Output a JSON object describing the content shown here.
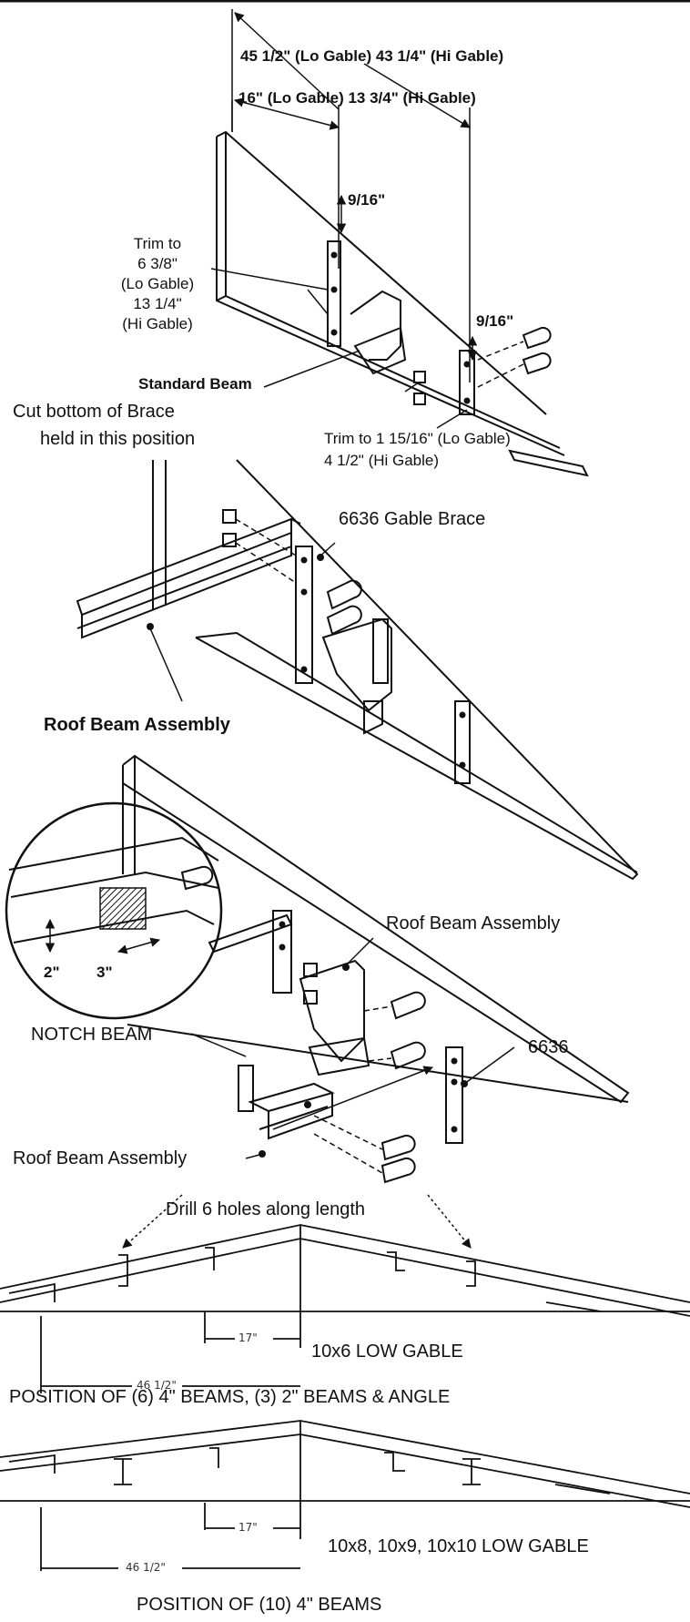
{
  "panel1": {
    "dim_lo_hi_outer": "45 1/2\" (Lo Gable) 43 1/4\" (Hi Gable)",
    "dim_lo_hi_inner": "16\" (Lo Gable) 13 3/4\" (Hi Gable)",
    "dim_top_left": "9/16\"",
    "dim_top_right": "9/16\"",
    "trim_left": [
      "Trim to",
      "6 3/8\"",
      "(Lo Gable)",
      "13 1/4\"",
      "(Hi Gable)"
    ],
    "standard_beam": "Standard Beam",
    "cut_bottom": [
      "Cut bottom of Brace",
      "held in this position"
    ],
    "trim_right": [
      "Trim to 1 15/16\" (Lo Gable)",
      "4 1/2\" (Hi Gable)"
    ]
  },
  "panel2": {
    "gable_brace": "6636 Gable Brace",
    "roof_beam": "Roof Beam Assembly"
  },
  "panel3": {
    "roof_beam_top": "Roof Beam Assembly",
    "part_6636": "6636",
    "dim_3": "3\"",
    "dim_2": "2\"",
    "notch_beam": "NOTCH BEAM",
    "roof_beam_bottom": "Roof Beam Assembly"
  },
  "panel4": {
    "drill_note": "Drill 6 holes along length",
    "dim_17": "17\"",
    "dim_46": "46 1/2\"",
    "gable_label": "10x6 LOW GABLE",
    "caption": "POSITION OF (6) 4\" BEAMS, (3) 2\" BEAMS & ANGLE"
  },
  "panel5": {
    "dim_17": "17\"",
    "dim_46": "46 1/2\"",
    "gable_label": "10x8, 10x9, 10x10 LOW GABLE",
    "caption": "POSITION OF (10) 4\" BEAMS"
  }
}
